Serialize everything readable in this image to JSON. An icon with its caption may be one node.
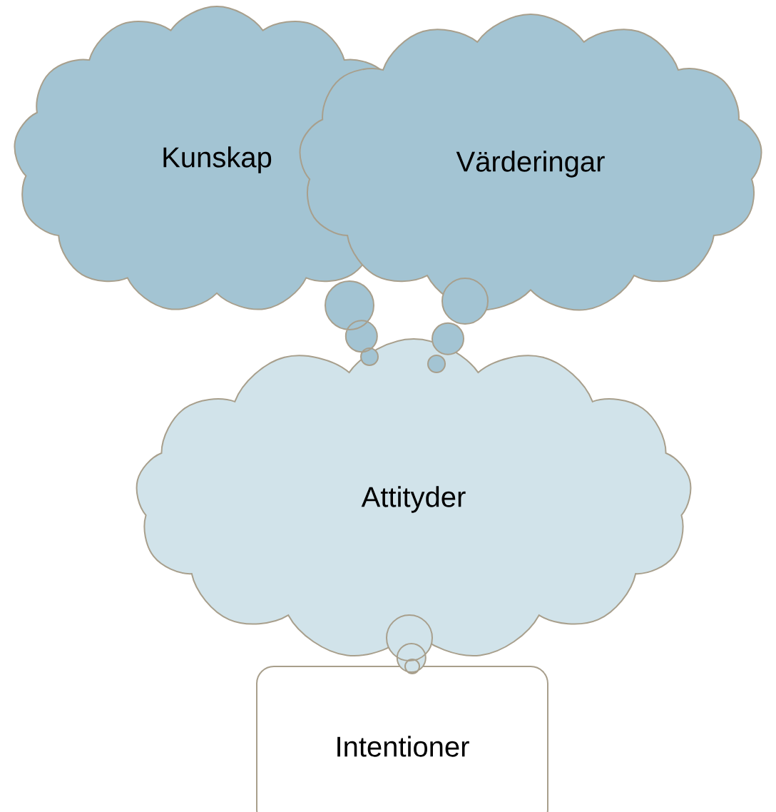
{
  "diagram": {
    "nodes": [
      {
        "text": [
          "Kunskap"
        ]
      },
      {
        "text": [
          "Värderingar"
        ]
      },
      {
        "text": [
          "Attityder"
        ]
      },
      {
        "text": [
          "Intentioner"
        ]
      }
    ],
    "edges": [
      {
        "from": 0,
        "to": 2,
        "arrow": "none"
      },
      {
        "from": 1,
        "to": 2,
        "arrow": "none"
      },
      {
        "from": 2,
        "to": 3,
        "arrow": "none"
      }
    ]
  }
}
